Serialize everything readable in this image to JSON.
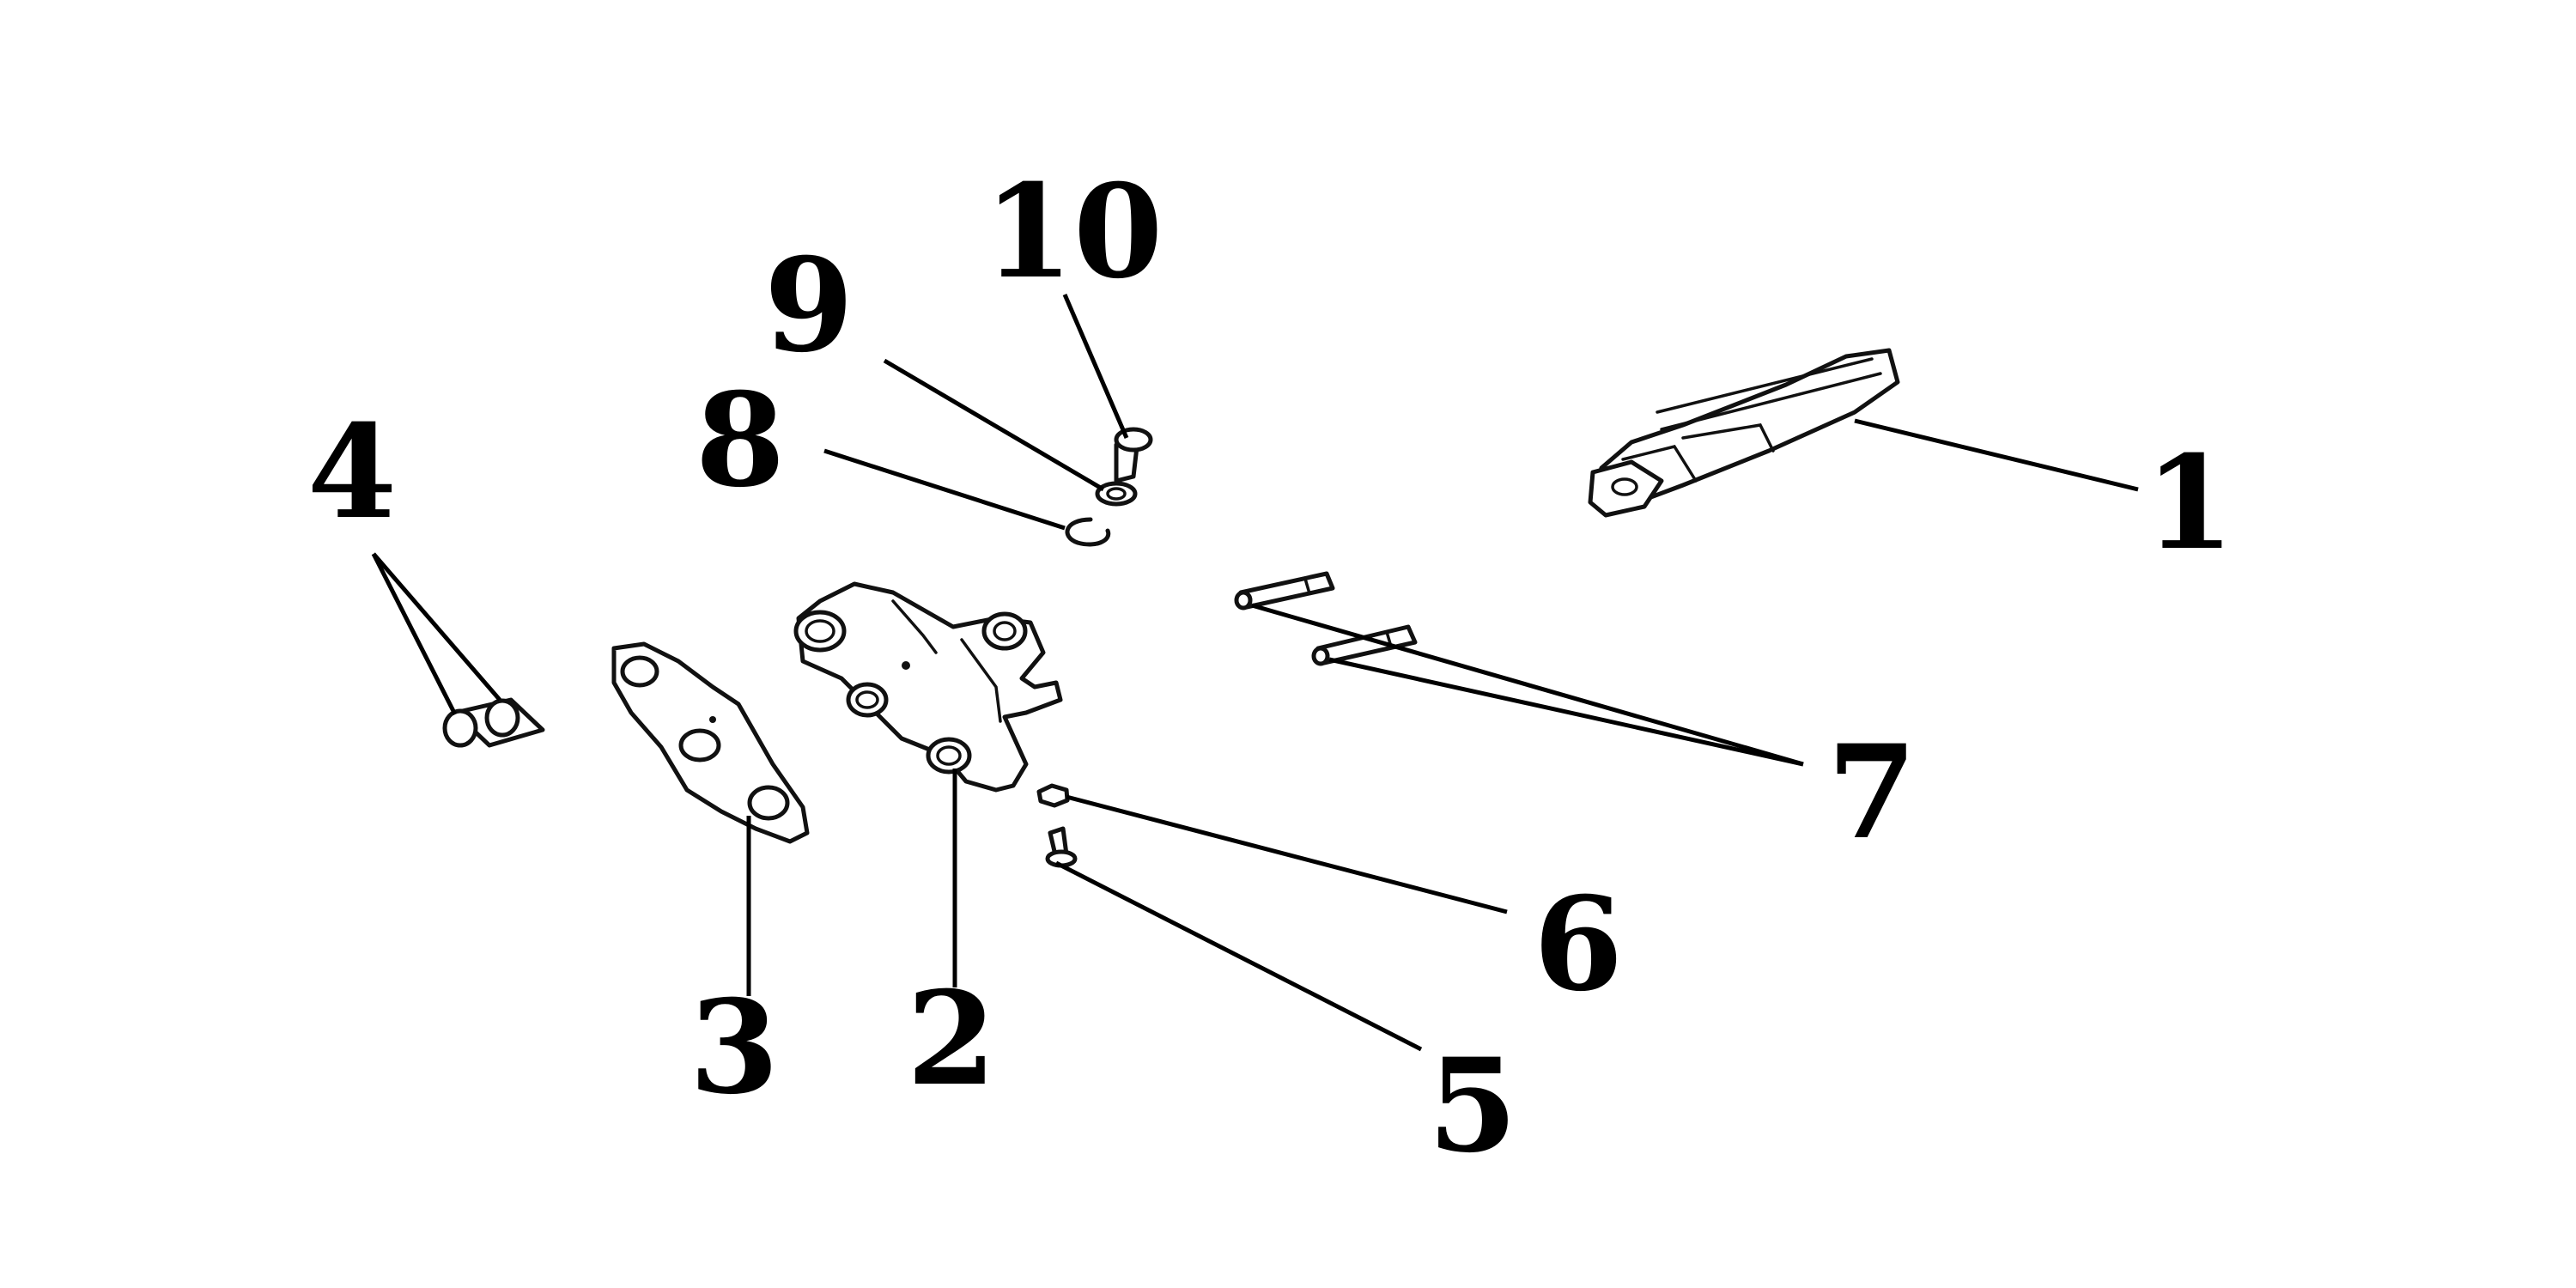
{
  "colors": {
    "background": "#ffffff",
    "ink": "#000000"
  },
  "callouts": {
    "c1": "1",
    "c2": "2",
    "c3": "3",
    "c4": "4",
    "c5": "5",
    "c6": "6",
    "c7": "7",
    "c8": "8",
    "c9": "9",
    "c10": "10"
  },
  "parts": [
    "footpeg",
    "peg-bracket",
    "bracket-plate",
    "bushing-pair",
    "bolt",
    "nut",
    "pivot-pins",
    "e-clip",
    "washer",
    "clevis-pin"
  ]
}
